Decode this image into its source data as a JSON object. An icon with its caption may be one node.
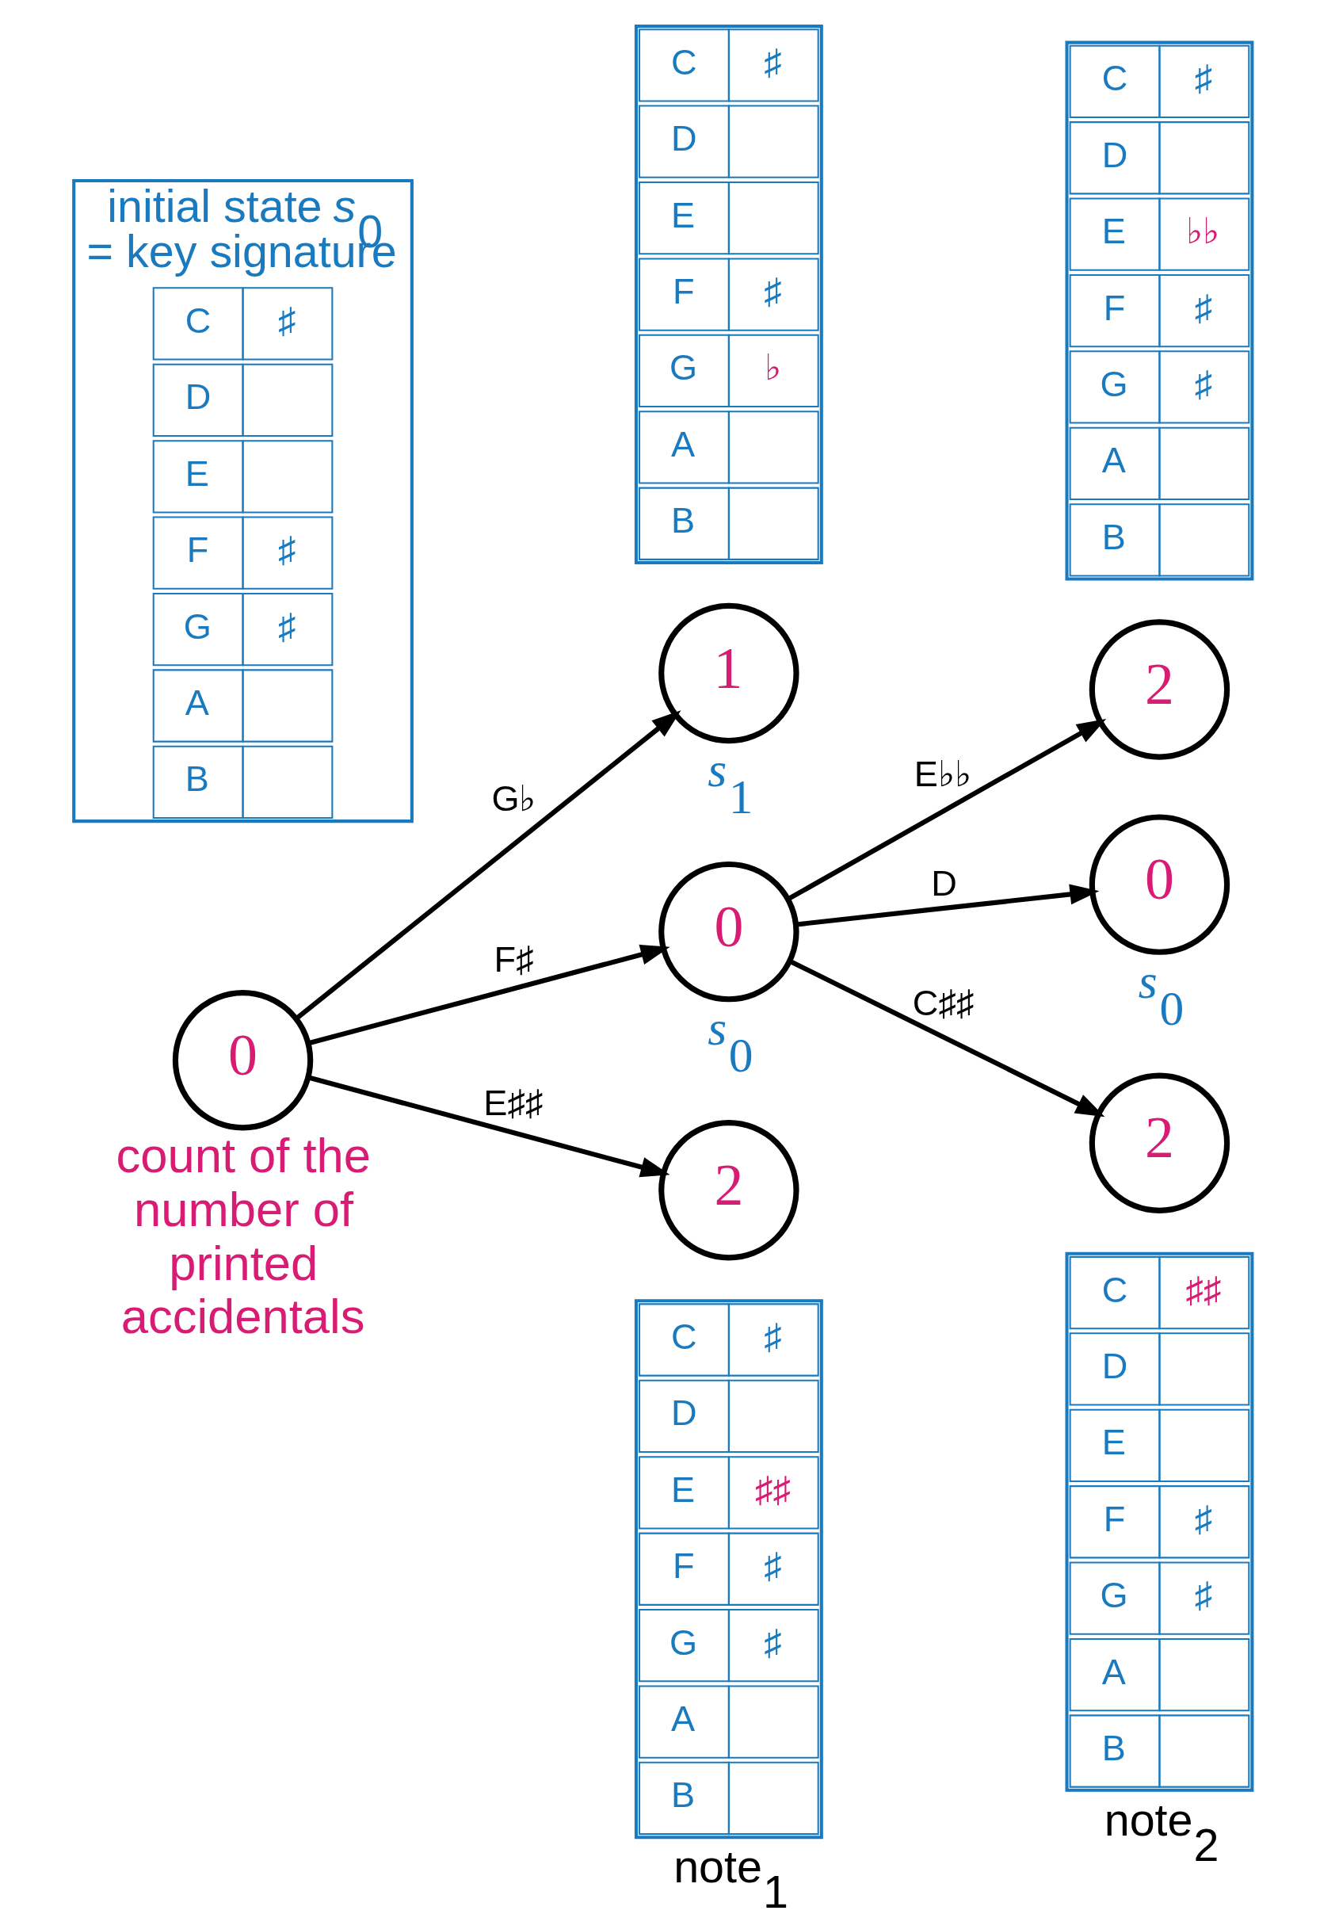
{
  "diagram": {
    "nodes": [
      {
        "text": [],
        "shape": "box"
      },
      {
        "text": [
          "C",
          "♯"
        ],
        "in": 0
      },
      {
        "text": [
          "D"
        ],
        "in": 0
      },
      {
        "text": [
          "E"
        ],
        "in": 0
      },
      {
        "text": [
          "F",
          "♯"
        ],
        "in": 0
      },
      {
        "text": [
          "G",
          "♭"
        ],
        "in": 0
      },
      {
        "text": [
          "A"
        ],
        "in": 0
      },
      {
        "text": [
          "B"
        ],
        "in": 0
      },
      {
        "text": [],
        "shape": "box"
      },
      {
        "text": [
          "C",
          "♯"
        ],
        "in": 8
      },
      {
        "text": [
          "D"
        ],
        "in": 8
      },
      {
        "text": [
          "E",
          "♭♭"
        ],
        "in": 8
      },
      {
        "text": [
          "F",
          "♯"
        ],
        "in": 8
      },
      {
        "text": [
          "G",
          "♯"
        ],
        "in": 8
      },
      {
        "text": [
          "A"
        ],
        "in": 8
      },
      {
        "text": [
          "B"
        ],
        "in": 8
      },
      {
        "text": [
          "1"
        ],
        "beside": [
          "*s*$_{1}$"
        ]
      },
      {
        "text": [
          "2"
        ]
      },
      {
        "text": [],
        "shape": "box",
        "beside": [
          "initial state *s*$_{0}$ = key signature"
        ]
      },
      {
        "text": [
          "C",
          "♯"
        ],
        "in": 18
      },
      {
        "text": [
          "D"
        ],
        "in": 18
      },
      {
        "text": [
          "E"
        ],
        "in": 18
      },
      {
        "text": [
          "F",
          "♯"
        ],
        "in": 18
      },
      {
        "text": [
          "G",
          "♯"
        ],
        "in": 18
      },
      {
        "text": [
          "A"
        ],
        "in": 18
      },
      {
        "text": [
          "B"
        ],
        "in": 18
      },
      {
        "text": [
          "0"
        ],
        "beside": [
          "count of the number of printed accidentals"
        ]
      },
      {
        "text": [
          "0"
        ],
        "beside": [
          "*s*$_{0}$"
        ]
      },
      {
        "text": [
          "0"
        ],
        "beside": [
          "*s*$_{0}$"
        ]
      },
      {
        "text": [
          "2"
        ]
      },
      {
        "text": [
          "2"
        ]
      },
      {
        "text": [],
        "shape": "box"
      },
      {
        "text": [
          "C",
          "♯"
        ],
        "in": 31
      },
      {
        "text": [
          "D"
        ],
        "in": 31
      },
      {
        "text": [
          "E",
          "♯♯"
        ],
        "in": 31
      },
      {
        "text": [
          "F",
          "♯"
        ],
        "in": 31
      },
      {
        "text": [
          "G",
          "♯"
        ],
        "in": 31
      },
      {
        "text": [
          "A"
        ],
        "in": 31
      },
      {
        "text": [
          "B"
        ],
        "in": 31
      },
      {
        "text": [],
        "shape": "box"
      },
      {
        "text": [
          "C",
          "♯♯"
        ],
        "in": 39
      },
      {
        "text": [
          "D"
        ],
        "in": 39
      },
      {
        "text": [
          "E"
        ],
        "in": 39
      },
      {
        "text": [
          "F",
          "♯"
        ],
        "in": 39
      },
      {
        "text": [
          "G",
          "♯"
        ],
        "in": 39
      },
      {
        "text": [
          "A"
        ],
        "in": 39
      },
      {
        "text": [
          "B"
        ],
        "in": 39
      }
    ],
    "edges": [
      {
        "from": 26,
        "to": 16,
        "arrow": "to",
        "label": "G♭"
      },
      {
        "from": 26,
        "to": 27,
        "arrow": "to",
        "label": "F♯"
      },
      {
        "from": 26,
        "to": 29,
        "arrow": "to",
        "label": "E♯♯"
      },
      {
        "from": 27,
        "to": 17,
        "arrow": "to",
        "label": "E♭♭"
      },
      {
        "from": 27,
        "to": 28,
        "arrow": "to",
        "label": "D"
      },
      {
        "from": 27,
        "to": 30,
        "arrow": "to",
        "label": "C♯♯"
      }
    ],
    "labels": [
      "note$_{1}$",
      "note$_{2}$"
    ]
  }
}
